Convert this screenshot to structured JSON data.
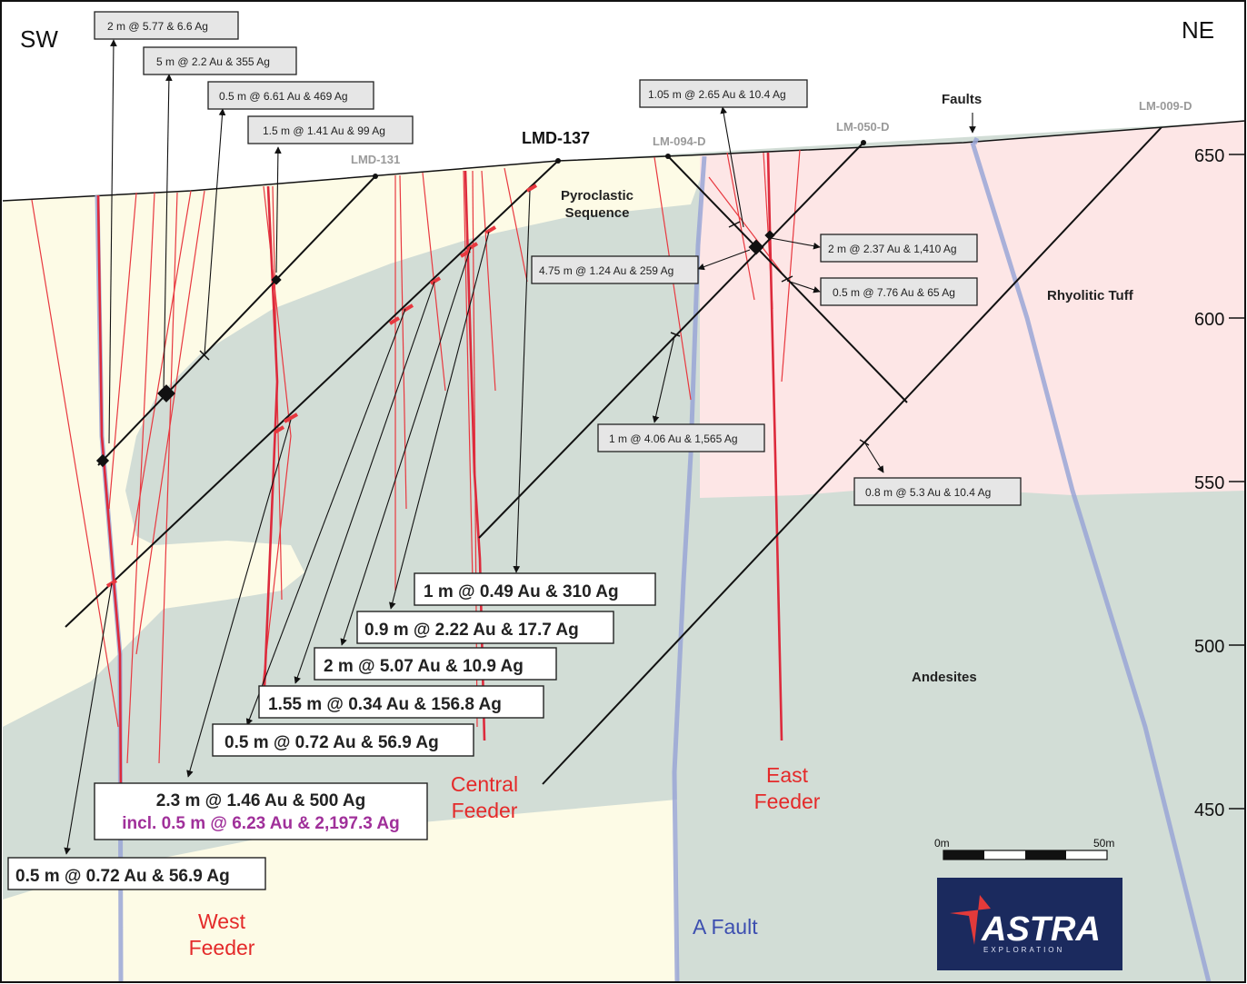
{
  "orientation": {
    "left": "SW",
    "right": "NE"
  },
  "elevations": [
    "650",
    "600",
    "550",
    "500",
    "450"
  ],
  "drillholes": {
    "lmd137": "LMD-137",
    "lmd131": "LMD-131",
    "lm094": "LM-094-D",
    "lm050": "LM-050-D",
    "lm009": "LM-009-D"
  },
  "units": {
    "pyroclastic": "Pyroclastic\nSequence",
    "rhyolitic": "Rhyolitic Tuff",
    "andesites": "Andesites"
  },
  "faults_label": "Faults",
  "feeders": {
    "west": [
      "West",
      "Feeder"
    ],
    "central": [
      "Central",
      "Feeder"
    ],
    "east": [
      "East",
      "Feeder"
    ]
  },
  "a_fault": "A Fault",
  "small_callouts": {
    "c1": "2 m @ 5.77 & 6.6 Ag",
    "c2": "5 m @ 2.2 Au & 355 Ag",
    "c3": "0.5 m @ 6.61 Au & 469 Ag",
    "c4": "1.5 m @ 1.41 Au & 99 Ag",
    "c5": "1.05 m @ 2.65 Au & 10.4 Ag",
    "c6": "2 m @ 2.37 Au & 1,410 Ag",
    "c7": "4.75 m @ 1.24 Au & 259 Ag",
    "c8": "0.5 m @ 7.76 Au & 65 Ag",
    "c9": "1 m @  4.06 Au & 1,565 Ag",
    "c10": "0.8 m @ 5.3 Au & 10.4 Ag"
  },
  "big_callouts": {
    "b1": "1 m @ 0.49 Au & 310 Ag",
    "b2": "0.9 m @ 2.22 Au & 17.7 Ag",
    "b3": "2 m @ 5.07 Au & 10.9 Ag",
    "b4": "1.55 m @ 0.34 Au & 156.8 Ag",
    "b5": "0.5 m @ 0.72 Au & 56.9 Ag",
    "b6a": "2.3 m @ 1.46 Au & 500 Ag",
    "b6b": "incl. 0.5 m @ 6.23 Au & 2,197.3 Ag",
    "b7": "0.5 m @ 0.72 Au & 56.9 Ag"
  },
  "scale": {
    "start": "0m",
    "end": "50m"
  },
  "logo": {
    "name": "ASTRA",
    "sub": "EXPLORATION"
  },
  "colors": {
    "andesite": "#d2ddd6",
    "pyroclastic": "#fdfbe6",
    "rhyolite": "#fde6e6",
    "vein": "#e8383f",
    "fault": "#9aa6d6",
    "feeder_text": "#e42a2a",
    "fault_text": "#3d4fb0",
    "incl_text": "#a0309a",
    "logo_bg": "#1b2a5e"
  }
}
